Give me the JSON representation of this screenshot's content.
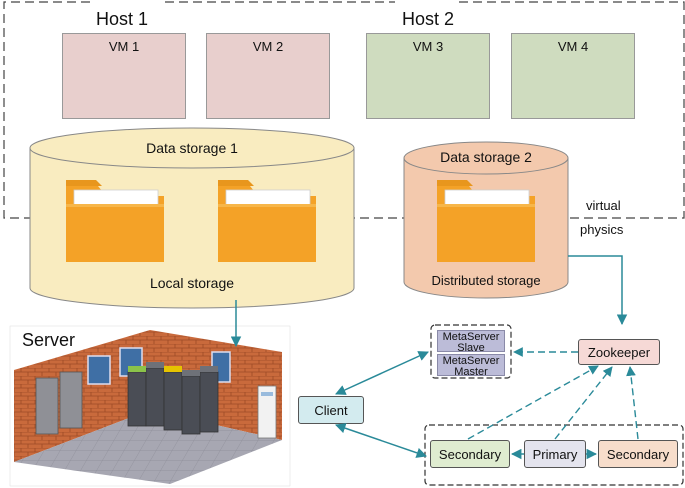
{
  "hosts": [
    {
      "title": "Host 1",
      "vms": [
        "VM 1",
        "VM 2"
      ]
    },
    {
      "title": "Host 2",
      "vms": [
        "VM 3",
        "VM 4"
      ]
    }
  ],
  "storage": {
    "local": {
      "title": "Data storage 1",
      "caption": "Local storage"
    },
    "distributed": {
      "title": "Data storage 2",
      "caption": "Distributed storage"
    }
  },
  "layers": {
    "virtual": "virtual",
    "physics": "physics"
  },
  "server": {
    "title": "Server"
  },
  "nodes": {
    "client": "Client",
    "zookeeper": "Zookeeper",
    "meta_slave": [
      "MetaServer",
      "Slave"
    ],
    "meta_master": [
      "MetaServer",
      "Master"
    ],
    "secondary_left": "Secondary",
    "primary": "Primary",
    "secondary_right": "Secondary"
  },
  "colors": {
    "arrow": "#2a8a99",
    "local_cylinder": "#f9ecc0",
    "distributed_cylinder": "#f3c9ad",
    "folder": "#f4a227",
    "client_fill": "#d3ebef",
    "zookeeper_fill": "#f6d9d6",
    "secondary_left_fill": "#dfecd0",
    "primary_fill": "#e4e4ee",
    "secondary_right_fill": "#f7ddcb"
  }
}
